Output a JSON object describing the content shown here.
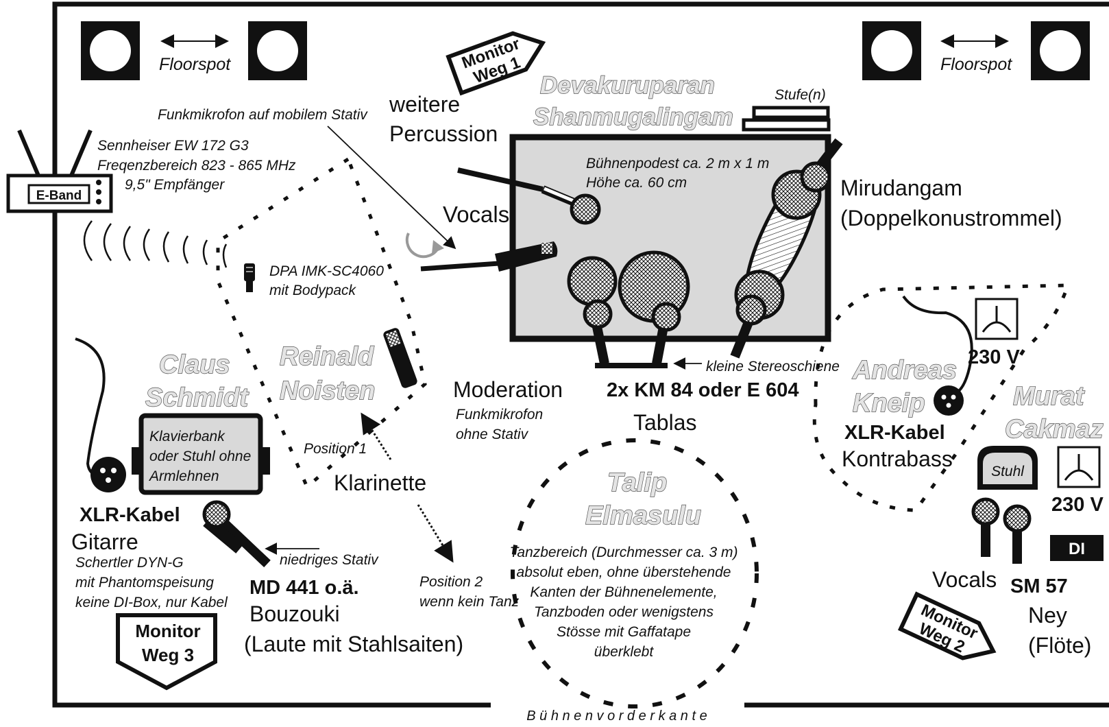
{
  "floorspot_left": "Floorspot",
  "floorspot_right": "Floorspot",
  "monitor1": {
    "line1": "Monitor",
    "line2": "Weg 1"
  },
  "monitor2": {
    "line1": "Monitor",
    "line2": "Weg 2"
  },
  "monitor3": {
    "line1": "Monitor",
    "line2": "Weg 3"
  },
  "devakuruparan": {
    "line1": "Devakuruparan",
    "line2": "Shanmugalingam"
  },
  "stufe": "Stufe(n)",
  "buehnenpodest": {
    "line1": "Bühnenpodest  ca. 2 m x 1 m",
    "line2": "Höhe ca. 60 cm"
  },
  "weitere": {
    "line1": "weitere",
    "line2": "Percussion"
  },
  "funkmikrofon_stativ": "Funkmikrofon auf mobilem Stativ",
  "receiver": {
    "label": "E-Band",
    "line1": "Sennheiser EW 172 G3",
    "line2": "Freqenzbereich 823 - 865 MHz",
    "line3": "9,5\" Empfänger"
  },
  "vocals_center": "Vocals",
  "mirudangam": {
    "line1": "Mirudangam",
    "line2": "(Doppelkonustrommel)"
  },
  "dpa": {
    "line1": "DPA IMK-SC4060",
    "line2": "mit Bodypack"
  },
  "reinald": {
    "line1": "Reinald",
    "line2": "Noisten"
  },
  "moderation": {
    "title": "Moderation",
    "line1": "Funkmikrofon",
    "line2": "ohne Stativ"
  },
  "kleine_stereoschiene": "kleine Stereoschiene",
  "km84": "2x KM 84 oder E 604",
  "tablas": "Tablas",
  "claus": {
    "line1": "Claus",
    "line2": "Schmidt"
  },
  "klavierbank": {
    "line1": "Klavierbank",
    "line2": "oder Stuhl ohne",
    "line3": "Armlehnen"
  },
  "position1": "Position 1",
  "klarinette": "Klarinette",
  "xlr_gitarre": {
    "title": "XLR-Kabel",
    "instrument": "Gitarre",
    "line1": "Schertler DYN-G",
    "line2": "mit Phantomspeisung",
    "line3": "keine DI-Box, nur Kabel"
  },
  "niedriges_stativ": "niedriges Stativ",
  "md441": "MD 441 o.ä.",
  "bouzouki": {
    "line1": "Bouzouki",
    "line2": "(Laute mit Stahlsaiten)"
  },
  "position2": {
    "line1": "Position 2",
    "line2": "wenn kein Tanz"
  },
  "talip": {
    "line1": "Talip",
    "line2": "Elmasulu"
  },
  "tanzbereich": [
    "Tanzbereich (Durchmesser ca. 3 m)",
    "absolut eben, ohne überstehende",
    "Kanten der Bühnenelemente,",
    "Tanzboden oder wenigstens",
    "Stösse mit Gaffatape",
    "überklebt"
  ],
  "andreas": {
    "line1": "Andreas",
    "line2": "Kneip"
  },
  "xlr_kontrabass": {
    "title": "XLR-Kabel",
    "instrument": "Kontrabass"
  },
  "power1": "230 V",
  "power2": "230 V",
  "murat": {
    "line1": "Murat",
    "line2": "Cakmaz"
  },
  "stuhl": "Stuhl",
  "di": "DI",
  "vocals_right": "Vocals",
  "sm57": "SM 57",
  "ney": {
    "line1": "Ney",
    "line2": "(Flöte)"
  },
  "buehnenvorderkante": "B ü h n e n v o r d e r k a n t e",
  "colors": {
    "line": "#111111",
    "podium": "#d9d9d9",
    "name_fill": "#e4e4e4",
    "name_stroke": "#555555"
  }
}
